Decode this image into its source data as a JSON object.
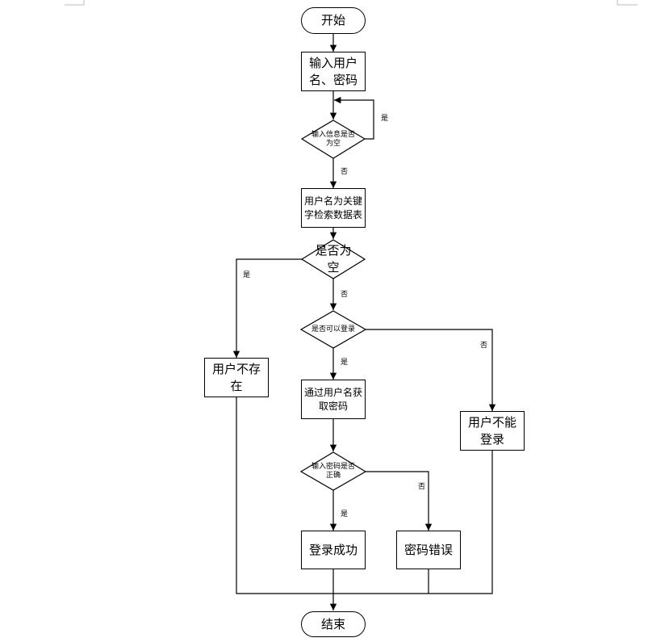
{
  "nodes": {
    "start": "开始",
    "input_credentials": "输入用户\n名、密码",
    "decision_input_empty": "输入信息是否\n为空",
    "search_table": "用户名为关键\n字检索数据表",
    "decision_empty": "是否为\n空",
    "decision_can_login": "是否可以登录",
    "user_not_exist": "用户不存\n在",
    "get_password": "通过用户名获\n取密码",
    "user_cannot_login": "用户不能\n登录",
    "decision_password_correct": "输入密码是否\n正确",
    "login_success": "登录成功",
    "password_error": "密码错误",
    "end": "结束"
  },
  "edge_labels": {
    "input_empty_yes": "是",
    "input_empty_no": "否",
    "empty_yes": "是",
    "empty_no": "否",
    "can_login_yes": "是",
    "can_login_no": "否",
    "password_yes": "是",
    "password_no": "否"
  }
}
